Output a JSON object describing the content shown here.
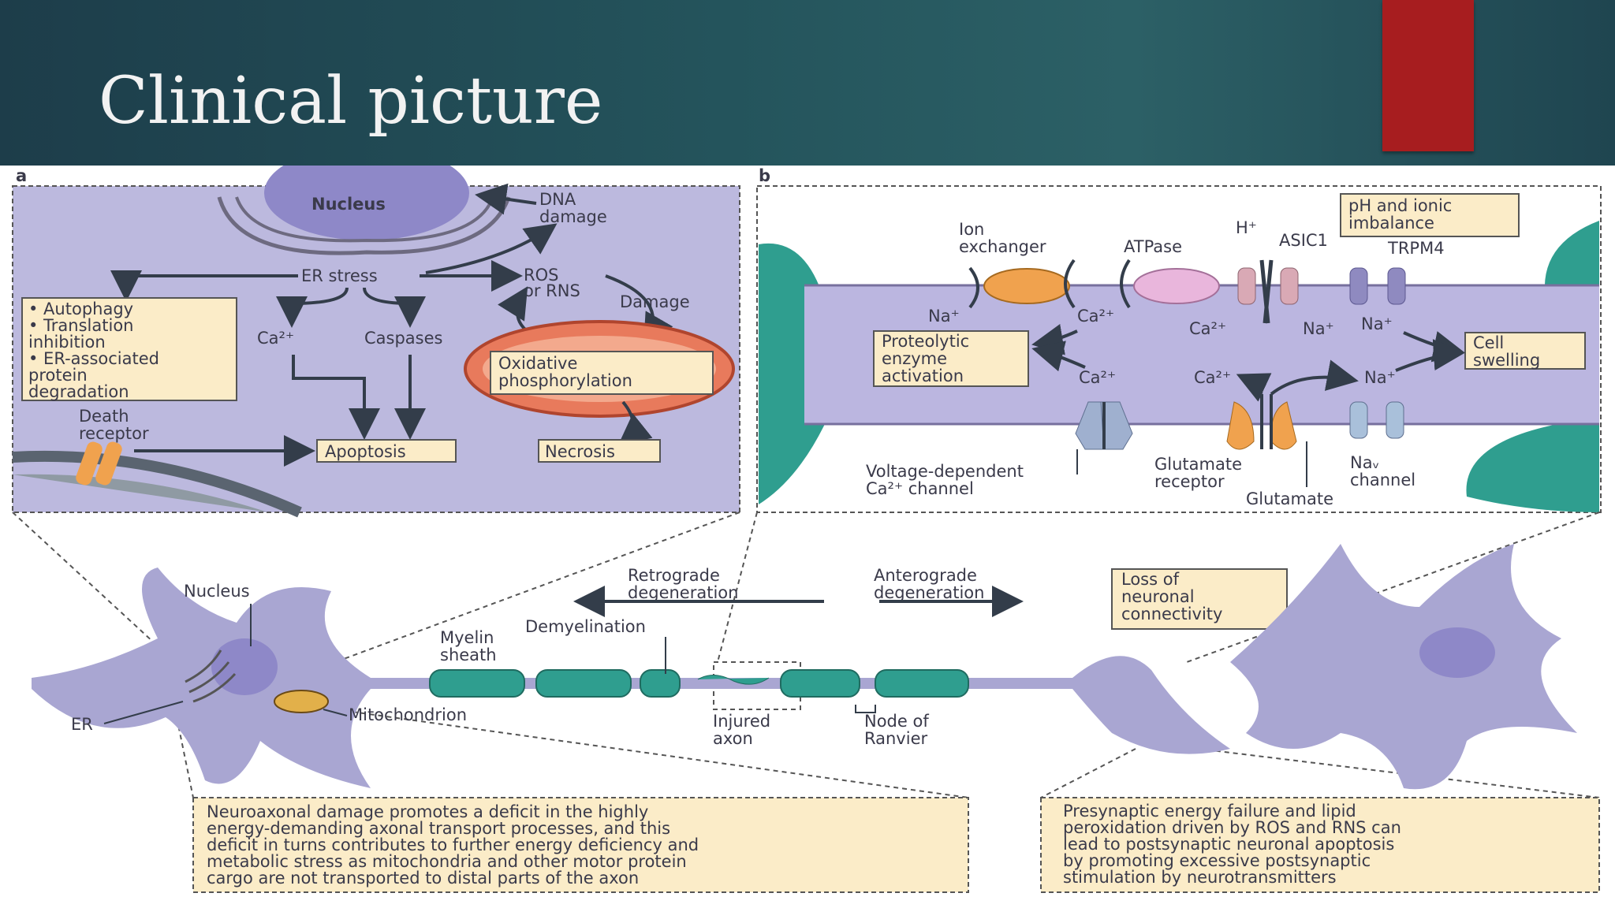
{
  "slide": {
    "title": "Clinical picture"
  },
  "panel_a": {
    "letter": "a",
    "nucleus": "Nucleus",
    "dna_damage": [
      "DNA",
      "damage"
    ],
    "er_stress": "ER stress",
    "ros_rns": [
      "ROS",
      "or RNS"
    ],
    "damage": "Damage",
    "er_outcomes": [
      "• Autophagy",
      "• Translation",
      "  inhibition",
      "• ER-associated",
      "  protein",
      "  degradation"
    ],
    "ca": "Ca²⁺",
    "caspases": "Caspases",
    "oxidative": [
      "Oxidative",
      "phosphorylation"
    ],
    "death_receptor": [
      "Death",
      "receptor"
    ],
    "apoptosis": "Apoptosis",
    "necrosis": "Necrosis"
  },
  "panel_b": {
    "letter": "b",
    "ph_imbalance": [
      "pH and ionic",
      "imbalance"
    ],
    "ion_exchanger": [
      "Ion",
      "exchanger"
    ],
    "atpase": "ATPase",
    "h_plus": "H⁺",
    "asic1": "ASIC1",
    "trpm4": "TRPM4",
    "na_plus": "Na⁺",
    "ca_2plus": "Ca²⁺",
    "proteolytic": [
      "Proteolytic",
      "enzyme",
      "activation"
    ],
    "cell_swelling": [
      "Cell",
      "swelling"
    ],
    "voltage_channel": [
      "Voltage-dependent",
      "Ca²⁺ channel"
    ],
    "glutamate_receptor": [
      "Glutamate",
      "receptor"
    ],
    "glutamate": "Glutamate",
    "nav_channel": [
      "Naᵥ",
      "channel"
    ]
  },
  "neuron": {
    "nucleus": "Nucleus",
    "er": "ER",
    "mitochondrion": "Mitochondrion",
    "myelin_sheath": [
      "Myelin",
      "sheath"
    ],
    "demyelination": "Demyelination",
    "retrograde": [
      "Retrograde",
      "degeneration"
    ],
    "anterograde": [
      "Anterograde",
      "degeneration"
    ],
    "loss_connectivity": [
      "Loss of",
      "neuronal",
      "connectivity"
    ],
    "injured_axon": [
      "Injured",
      "axon"
    ],
    "node_ranvier": [
      "Node of",
      "Ranvier"
    ]
  },
  "captions": {
    "left": [
      "Neuroaxonal damage promotes a deficit in the highly",
      "energy-demanding axonal transport processes, and this",
      "deficit in turns contributes to further energy deficiency and",
      "metabolic stress as mitochondria and other motor protein",
      "cargo are not transported to distal parts of the axon"
    ],
    "right": [
      "Presynaptic energy failure and lipid",
      "peroxidation driven by ROS and RNS can",
      "lead to postsynaptic neuronal apoptosis",
      "by promoting excessive postsynaptic",
      "stimulation by neurotransmitters"
    ]
  },
  "colors": {
    "panel_bg": "#b9b6dc",
    "label_box": "#fbecc8",
    "myelin": "#2f9e8f",
    "neuron_body": "#a9a6d2",
    "red_tab": "#a71d1f"
  }
}
